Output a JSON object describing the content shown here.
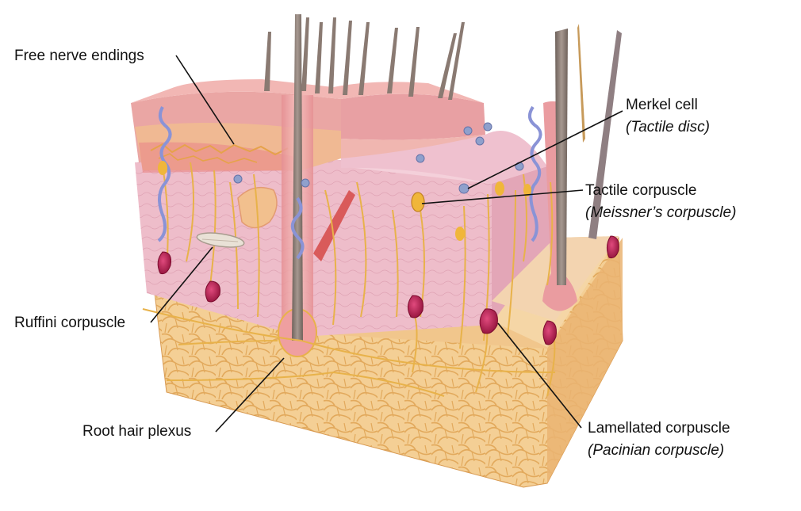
{
  "labels": {
    "free_nerve_endings": "Free nerve endings",
    "merkel_cell": "Merkel cell",
    "tactile_disc": "(Tactile disc)",
    "tactile_corpuscle": "Tactile corpuscle",
    "meissners_corpuscle": "(Meissner’s corpuscle)",
    "ruffini_corpuscle": "Ruffini corpuscle",
    "root_hair_plexus": "Root hair plexus",
    "lamellated_corpuscle": "Lamellated corpuscle",
    "pacinian_corpuscle": "(Pacinian corpuscle)"
  },
  "colors": {
    "epidermis_top": "#e8a3a3",
    "epidermis_layer": "#f3b8b0",
    "basal_layer": "#e98a8a",
    "dermis": "#eebdca",
    "dermis_light": "#f4cbd5",
    "hypodermis": "#f2c88a",
    "fat_cell_line": "#e2a95c",
    "hair": "#8a7a72",
    "nerve": "#e8b24a",
    "nerve_dark": "#d4972e",
    "corpuscle": "#b5194d",
    "merkel": "#8fa0cc",
    "leader_line": "#111111"
  }
}
